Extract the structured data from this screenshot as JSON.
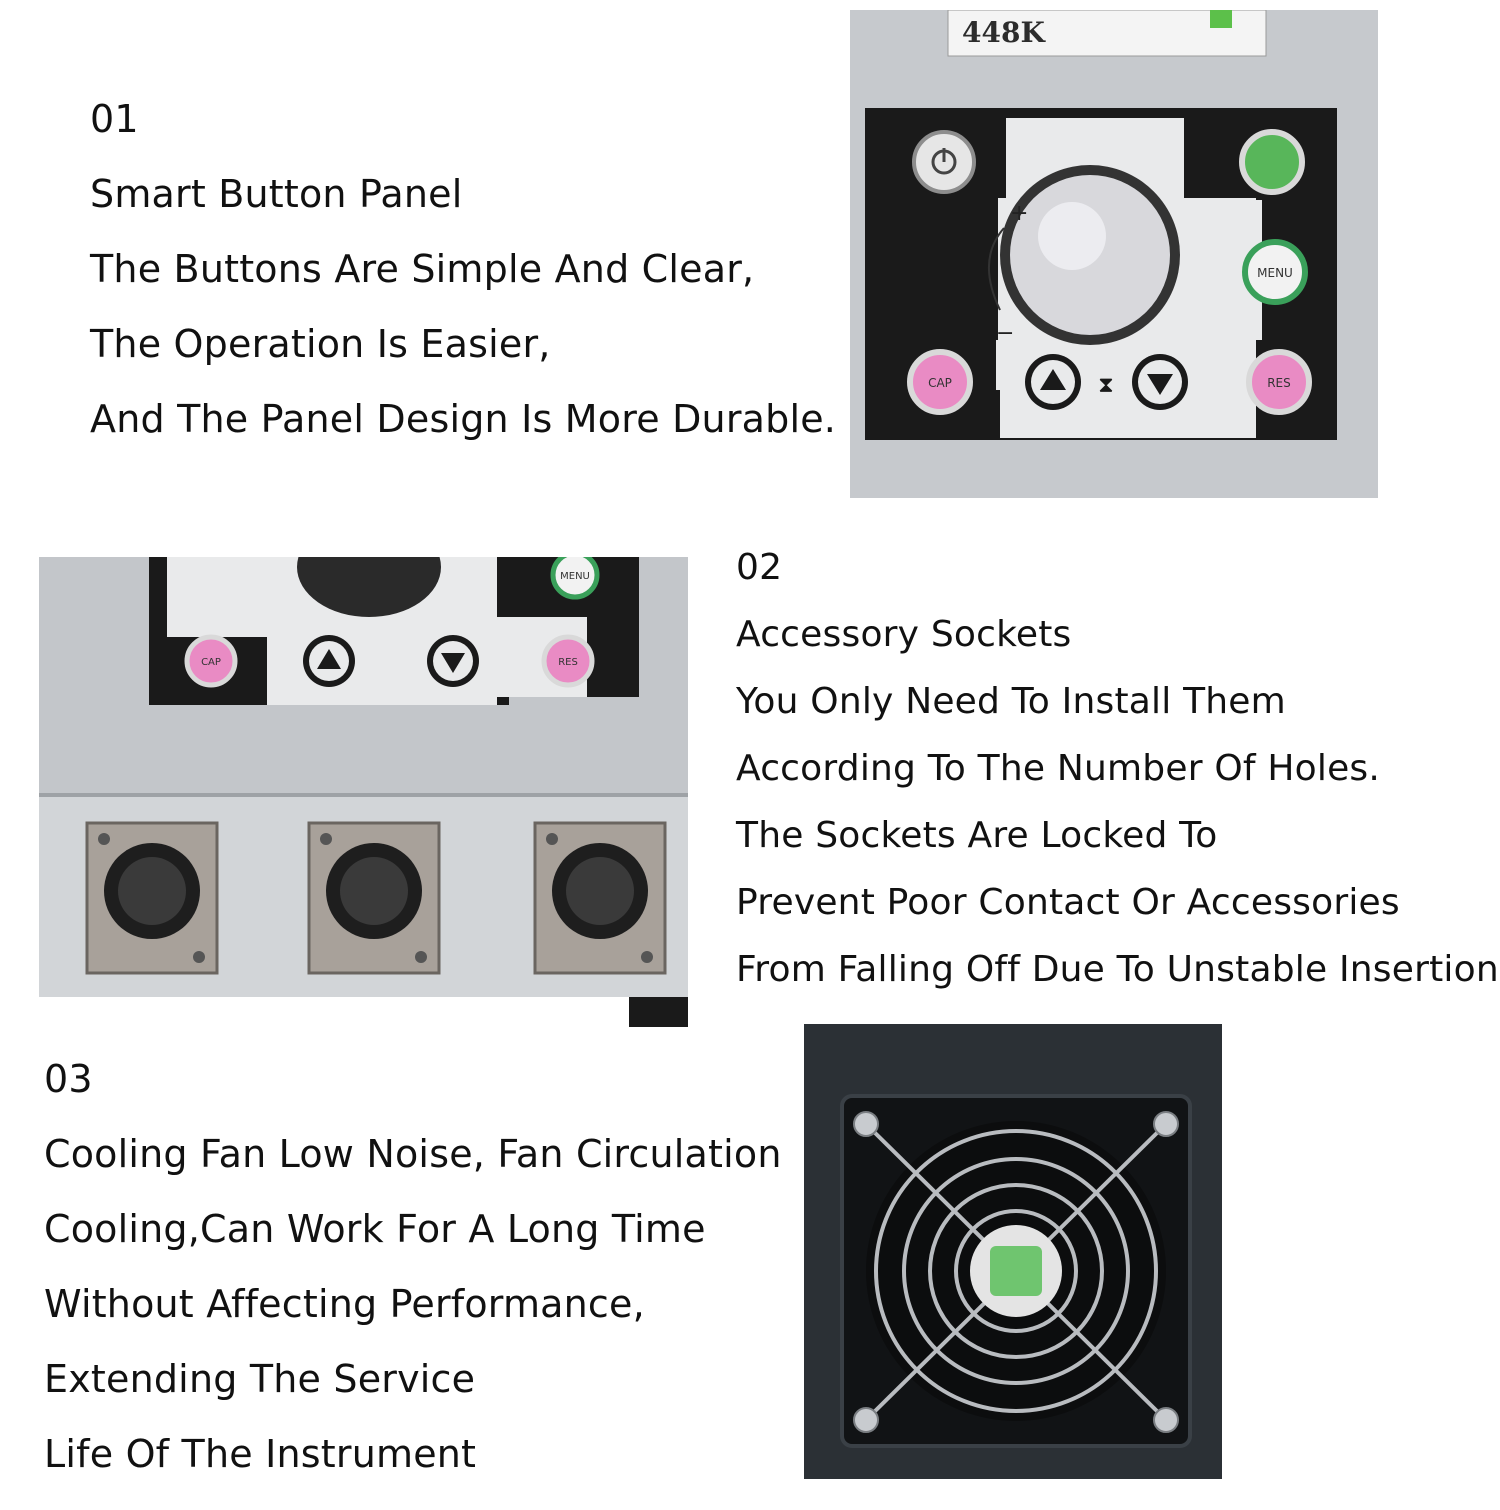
{
  "sections": [
    {
      "number": "01",
      "title": "Smart Button Panel",
      "lines": [
        "The Buttons Are Simple And Clear,",
        "The Operation Is Easier,",
        "And The Panel Design Is More Durable."
      ]
    },
    {
      "number": "02",
      "title": "Accessory Sockets",
      "lines": [
        "You Only Need To Install Them",
        "According To The Number Of Holes.",
        "The Sockets Are Locked To",
        "Prevent Poor Contact Or Accessories",
        "From Falling Off Due To Unstable Insertion."
      ]
    },
    {
      "number": "03",
      "title": "Cooling Fan Low Noise, Fan Circulation",
      "lines": [
        "Cooling,Can Work For A Long Time",
        "Without Affecting Performance,",
        "Extending The Service",
        "Life Of The Instrument"
      ]
    }
  ],
  "panel": {
    "brand": "448K",
    "buttons": {
      "menu": "MENU",
      "cap": "CAP",
      "res": "RES"
    }
  },
  "colors": {
    "text": "#111111",
    "device_silver": "#c9ccd0",
    "panel_black": "#1a1a1a",
    "cap_pink": "#e98bc4",
    "menu_green": "#3aa05a",
    "fan_bg": "#2b3035"
  }
}
